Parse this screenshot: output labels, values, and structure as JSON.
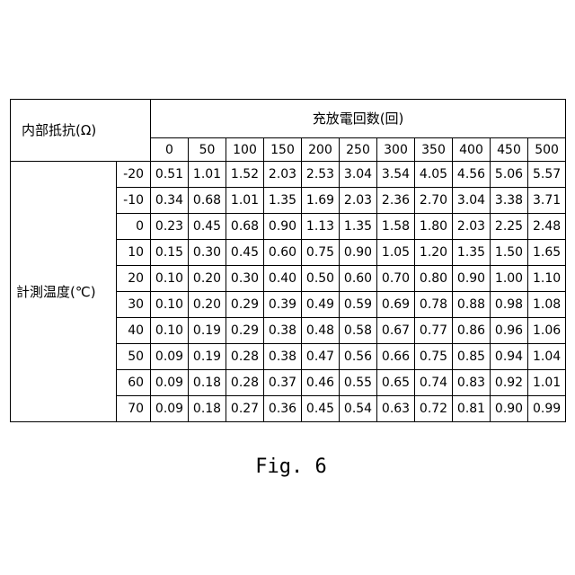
{
  "table": {
    "corner_label": "内部抵抗(Ω)",
    "column_group_label": "充放電回数(回)",
    "row_group_label": "計測温度(℃)",
    "column_headers": [
      "0",
      "50",
      "100",
      "150",
      "200",
      "250",
      "300",
      "350",
      "400",
      "450",
      "500"
    ],
    "rows": [
      {
        "temp": "-20",
        "values": [
          "0.51",
          "1.01",
          "1.52",
          "2.03",
          "2.53",
          "3.04",
          "3.54",
          "4.05",
          "4.56",
          "5.06",
          "5.57"
        ]
      },
      {
        "temp": "-10",
        "values": [
          "0.34",
          "0.68",
          "1.01",
          "1.35",
          "1.69",
          "2.03",
          "2.36",
          "2.70",
          "3.04",
          "3.38",
          "3.71"
        ]
      },
      {
        "temp": "0",
        "values": [
          "0.23",
          "0.45",
          "0.68",
          "0.90",
          "1.13",
          "1.35",
          "1.58",
          "1.80",
          "2.03",
          "2.25",
          "2.48"
        ]
      },
      {
        "temp": "10",
        "values": [
          "0.15",
          "0.30",
          "0.45",
          "0.60",
          "0.75",
          "0.90",
          "1.05",
          "1.20",
          "1.35",
          "1.50",
          "1.65"
        ]
      },
      {
        "temp": "20",
        "values": [
          "0.10",
          "0.20",
          "0.30",
          "0.40",
          "0.50",
          "0.60",
          "0.70",
          "0.80",
          "0.90",
          "1.00",
          "1.10"
        ]
      },
      {
        "temp": "30",
        "values": [
          "0.10",
          "0.20",
          "0.29",
          "0.39",
          "0.49",
          "0.59",
          "0.69",
          "0.78",
          "0.88",
          "0.98",
          "1.08"
        ]
      },
      {
        "temp": "40",
        "values": [
          "0.10",
          "0.19",
          "0.29",
          "0.38",
          "0.48",
          "0.58",
          "0.67",
          "0.77",
          "0.86",
          "0.96",
          "1.06"
        ]
      },
      {
        "temp": "50",
        "values": [
          "0.09",
          "0.19",
          "0.28",
          "0.38",
          "0.47",
          "0.56",
          "0.66",
          "0.75",
          "0.85",
          "0.94",
          "1.04"
        ]
      },
      {
        "temp": "60",
        "values": [
          "0.09",
          "0.18",
          "0.28",
          "0.37",
          "0.46",
          "0.55",
          "0.65",
          "0.74",
          "0.83",
          "0.92",
          "1.01"
        ]
      },
      {
        "temp": "70",
        "values": [
          "0.09",
          "0.18",
          "0.27",
          "0.36",
          "0.45",
          "0.54",
          "0.63",
          "0.72",
          "0.81",
          "0.90",
          "0.99"
        ]
      }
    ]
  },
  "caption": "Fig. 6"
}
